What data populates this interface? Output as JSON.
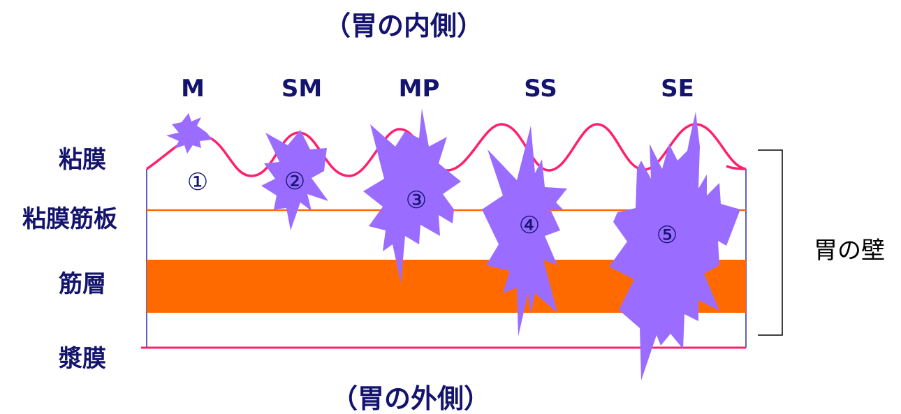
{
  "header": {
    "inside_label": "（胃の内側）"
  },
  "footer": {
    "outside_label": "（胃の外側）"
  },
  "stages": [
    {
      "label": "M",
      "number": "①"
    },
    {
      "label": "SM",
      "number": "②"
    },
    {
      "label": "MP",
      "number": "③"
    },
    {
      "label": "SS",
      "number": "④"
    },
    {
      "label": "SE",
      "number": "⑤"
    }
  ],
  "layers": [
    {
      "label": "粘膜"
    },
    {
      "label": "粘膜筋板"
    },
    {
      "label": "筋層"
    },
    {
      "label": "漿膜"
    }
  ],
  "bracket": {
    "label": "胃の壁"
  },
  "colors": {
    "text": "#14146e",
    "mucosa_line": "#ff1f6e",
    "muscularis_mucosae_line": "#ff6a00",
    "muscle_band": "#ff6a00",
    "serosa_line": "#ff1f6e",
    "tumor_fill": "#9a6cff",
    "outline": "#2a2aa6"
  }
}
